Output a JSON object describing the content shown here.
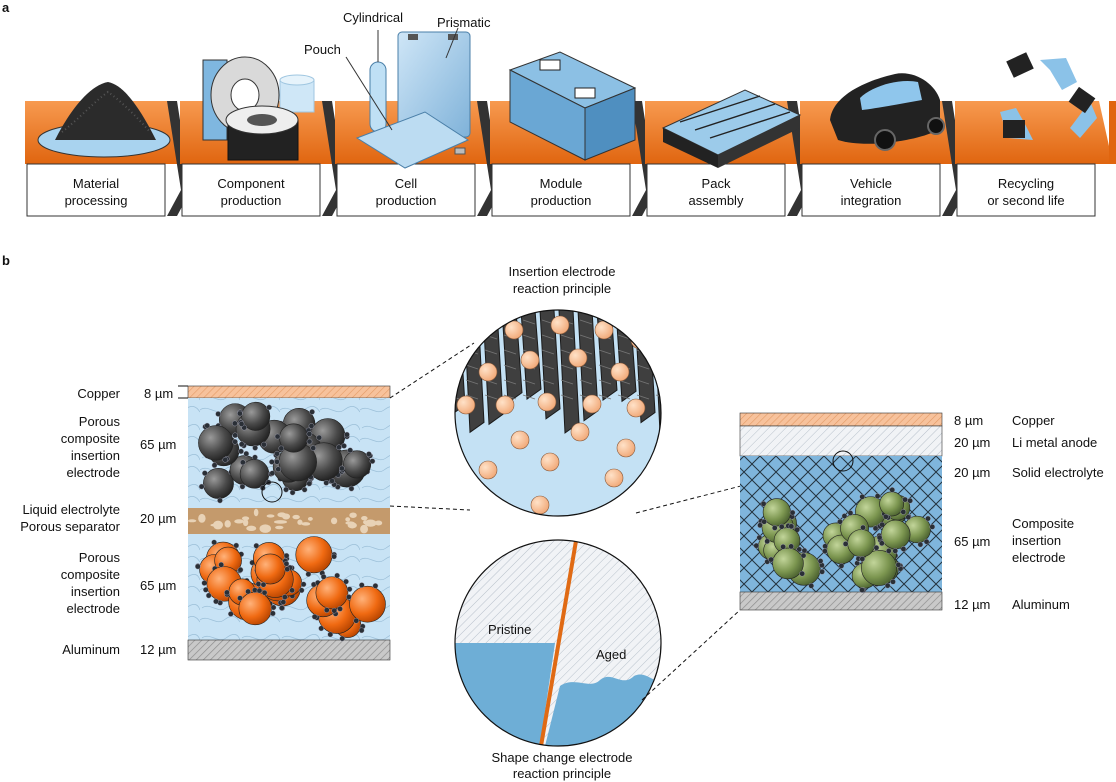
{
  "panel_a": {
    "letter": "a",
    "stages": [
      {
        "line1": "Material",
        "line2": "processing"
      },
      {
        "line1": "Component",
        "line2": "production"
      },
      {
        "line1": "Cell",
        "line2": "production"
      },
      {
        "line1": "Module",
        "line2": "production"
      },
      {
        "line1": "Pack",
        "line2": "assembly"
      },
      {
        "line1": "Vehicle",
        "line2": "integration"
      },
      {
        "line1": "Recycling",
        "line2": "or second life"
      }
    ],
    "cell_formats": {
      "cylindrical": "Cylindrical",
      "prismatic": "Prismatic",
      "pouch": "Pouch"
    }
  },
  "panel_b": {
    "letter": "b",
    "left_cell": {
      "copper": "Copper",
      "copper_thickness": "8 µm",
      "anode_line1": "Porous",
      "anode_line2": "composite",
      "anode_line3": "insertion",
      "anode_line4": "electrode",
      "anode_thickness": "65 µm",
      "separator_line1": "Liquid electrolyte",
      "separator_line2": "Porous separator",
      "separator_thickness": "20 µm",
      "cathode_line1": "Porous",
      "cathode_line2": "composite",
      "cathode_line3": "insertion",
      "cathode_line4": "electrode",
      "cathode_thickness": "65 µm",
      "aluminum": "Aluminum",
      "aluminum_thickness": "12 µm"
    },
    "insertion_title_line1": "Insertion electrode",
    "insertion_title_line2": "reaction principle",
    "shape_title_line1": "Shape change electrode",
    "shape_title_line2": "reaction principle",
    "pristine": "Pristine",
    "aged": "Aged",
    "right_cell": {
      "copper_thickness": "8 µm",
      "copper": "Copper",
      "li_thickness": "20 µm",
      "li": "Li metal anode",
      "solid_thickness": "20 µm",
      "solid": "Solid electrolyte",
      "comp_thickness": "65 µm",
      "comp_line1": "Composite",
      "comp_line2": "insertion",
      "comp_line3": "electrode",
      "al_thickness": "12 µm",
      "al": "Aluminum"
    }
  },
  "colors": {
    "orange": "#f47b20",
    "copper": "#f5b98e",
    "blue": "#a9d3ef",
    "electrolyte": "#c4e1f4",
    "graphite": "#4a4a4a",
    "green": "#7c9650",
    "separator": "#c49a6c",
    "aluminum": "#bdbdbd"
  }
}
